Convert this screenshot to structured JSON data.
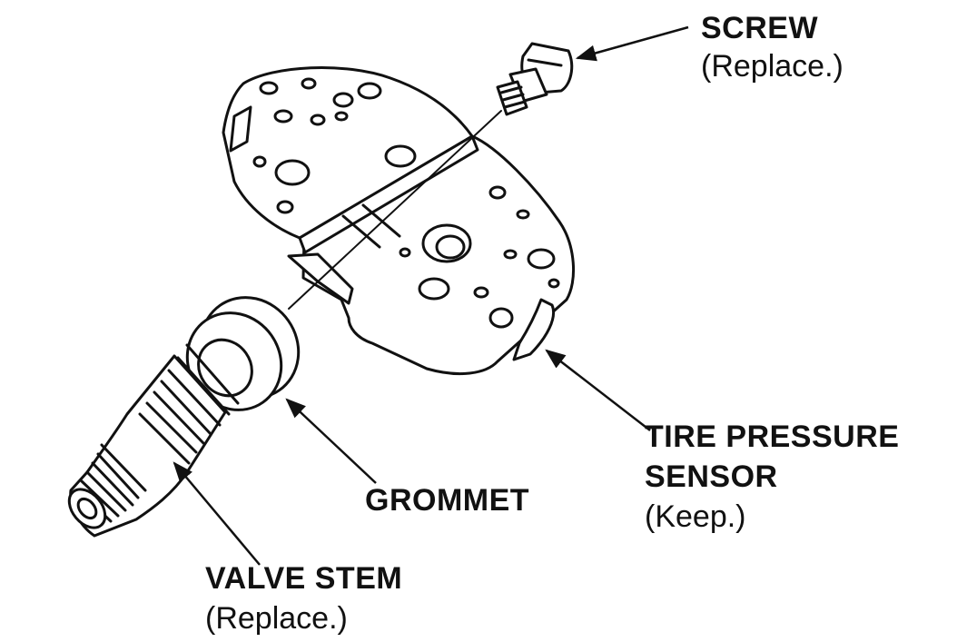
{
  "labels": {
    "screw": {
      "name": "SCREW",
      "note": "(Replace.)"
    },
    "sensor": {
      "name_line1": "TIRE PRESSURE",
      "name_line2": "SENSOR",
      "note": "(Keep.)"
    },
    "grommet": {
      "name": "GROMMET"
    },
    "valve_stem": {
      "name": "VALVE STEM",
      "note": "(Replace.)"
    }
  }
}
